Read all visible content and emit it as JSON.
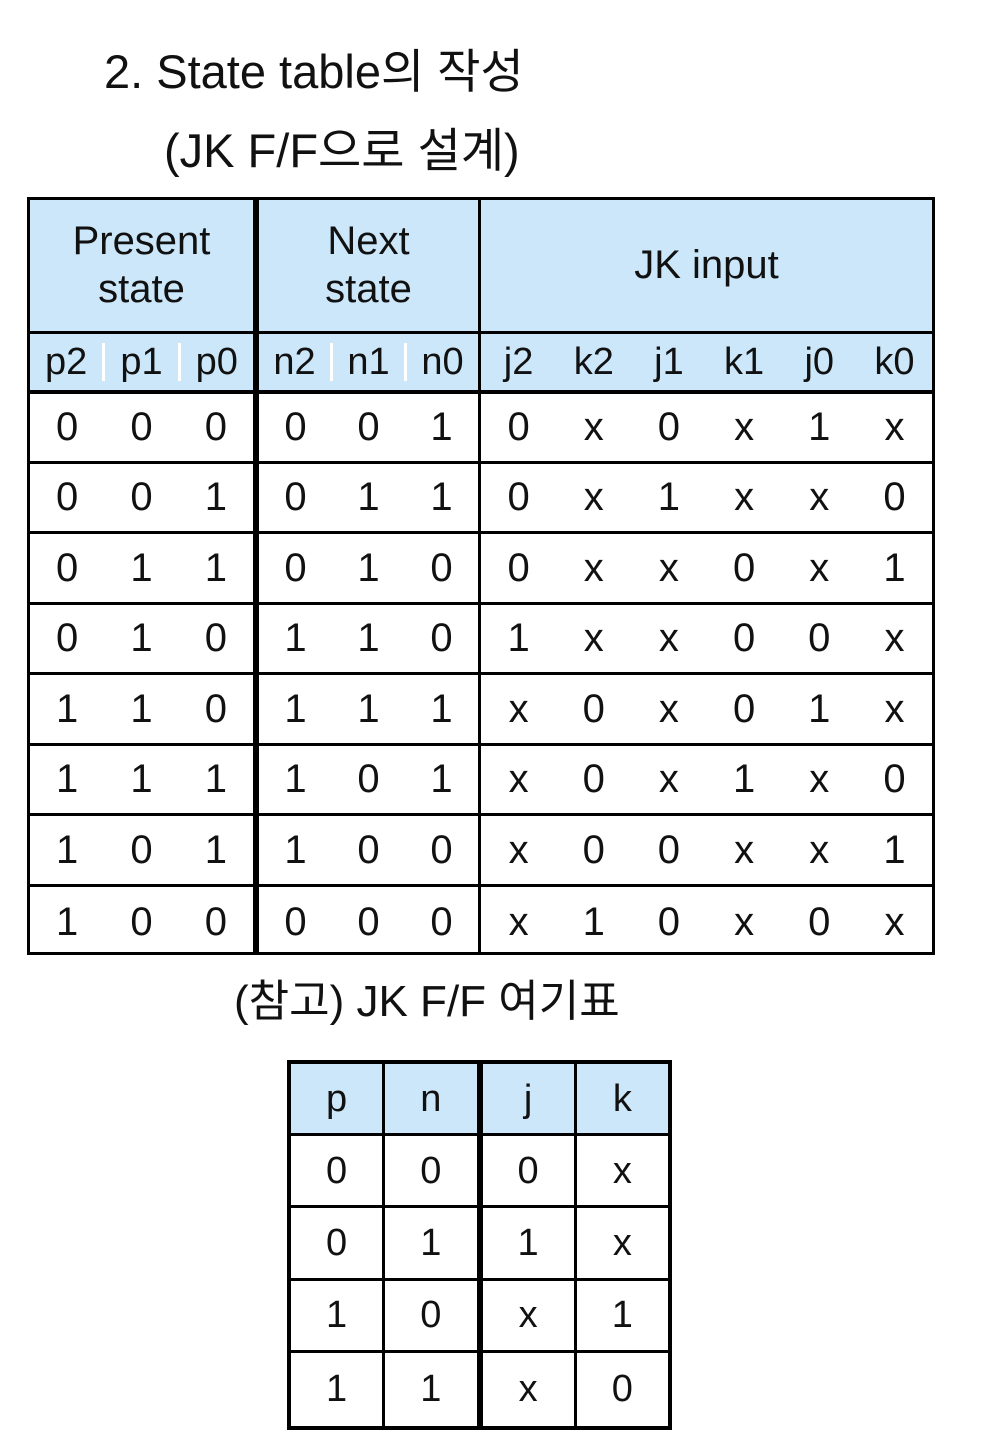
{
  "slide": {
    "title_line1": "2. State table의 작성",
    "title_line2": "(JK F/F으로 설계)",
    "reference_heading": "(참고) JK F/F 여기표"
  },
  "colors": {
    "header_fill": "#cbe7f9",
    "border": "#000000",
    "text": "#111111",
    "background": "#ffffff"
  },
  "state_table": {
    "group_headers": [
      {
        "label_line1": "Present",
        "label_line2": "state"
      },
      {
        "label_line1": "Next",
        "label_line2": "state"
      },
      {
        "label_line1": "JK input",
        "label_line2": ""
      }
    ],
    "sub_headers": {
      "present_state": [
        "p2",
        "p1",
        "p0"
      ],
      "next_state": [
        "n2",
        "n1",
        "n0"
      ],
      "jk_input": [
        "j2",
        "k2",
        "j1",
        "k1",
        "j0",
        "k0"
      ]
    },
    "rows": [
      {
        "present": [
          "0",
          "0",
          "0"
        ],
        "next": [
          "0",
          "0",
          "1"
        ],
        "jk": [
          "0",
          "x",
          "0",
          "x",
          "1",
          "x"
        ]
      },
      {
        "present": [
          "0",
          "0",
          "1"
        ],
        "next": [
          "0",
          "1",
          "1"
        ],
        "jk": [
          "0",
          "x",
          "1",
          "x",
          "x",
          "0"
        ]
      },
      {
        "present": [
          "0",
          "1",
          "1"
        ],
        "next": [
          "0",
          "1",
          "0"
        ],
        "jk": [
          "0",
          "x",
          "x",
          "0",
          "x",
          "1"
        ]
      },
      {
        "present": [
          "0",
          "1",
          "0"
        ],
        "next": [
          "1",
          "1",
          "0"
        ],
        "jk": [
          "1",
          "x",
          "x",
          "0",
          "0",
          "x"
        ]
      },
      {
        "present": [
          "1",
          "1",
          "0"
        ],
        "next": [
          "1",
          "1",
          "1"
        ],
        "jk": [
          "x",
          "0",
          "x",
          "0",
          "1",
          "x"
        ]
      },
      {
        "present": [
          "1",
          "1",
          "1"
        ],
        "next": [
          "1",
          "0",
          "1"
        ],
        "jk": [
          "x",
          "0",
          "x",
          "1",
          "x",
          "0"
        ]
      },
      {
        "present": [
          "1",
          "0",
          "1"
        ],
        "next": [
          "1",
          "0",
          "0"
        ],
        "jk": [
          "x",
          "0",
          "0",
          "x",
          "x",
          "1"
        ]
      },
      {
        "present": [
          "1",
          "0",
          "0"
        ],
        "next": [
          "0",
          "0",
          "0"
        ],
        "jk": [
          "x",
          "1",
          "0",
          "x",
          "0",
          "x"
        ]
      }
    ]
  },
  "excitation_table": {
    "headers": [
      "p",
      "n",
      "j",
      "k"
    ],
    "rows": [
      [
        "0",
        "0",
        "0",
        "x"
      ],
      [
        "0",
        "1",
        "1",
        "x"
      ],
      [
        "1",
        "0",
        "x",
        "1"
      ],
      [
        "1",
        "1",
        "x",
        "0"
      ]
    ]
  }
}
